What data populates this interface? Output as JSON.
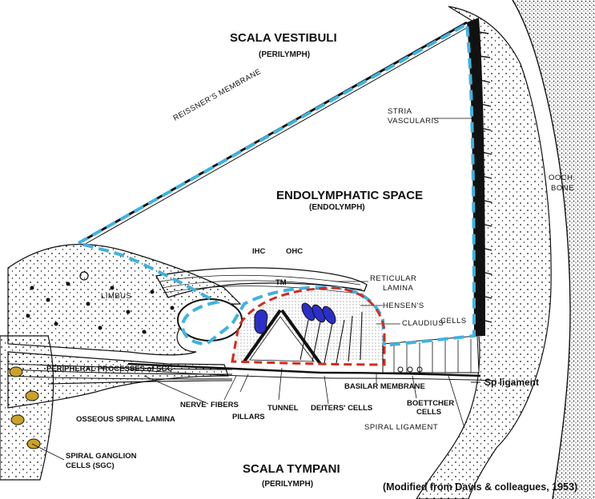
{
  "labels": {
    "scala_vestibuli": "SCALA VESTIBULI",
    "perilymph_top": "(PERILYMPH)",
    "reissners_membrane": "REISSNER'S MEMBRANE",
    "stria_vascularis_1": "STRIA",
    "stria_vascularis_2": "VASCULARIS",
    "endolymphatic_space": "ENDOLYMPHATIC SPACE",
    "endolymph": "(ENDOLYMPH)",
    "cochlear_bone_1": "OOCH.",
    "cochlear_bone_2": "BONE",
    "limbus": "LIMBUS",
    "ihc": "IHC",
    "ohc": "OHC",
    "tm": "TM",
    "reticular_lamina_1": "RETICULAR",
    "reticular_lamina_2": "LAMINA",
    "hensens": "HENSEN'S",
    "claudius": "CLAUDIUS'",
    "cells": "CELLS",
    "peripheral_processes": "PERIPHERAL PROCESSES of SGC",
    "sp_ligament": "Sp ligament",
    "basilar_membrane": "BASILAR MEMBRANE",
    "nerve": "NERVE",
    "fibers": "FIBERS",
    "tunnel": "TUNNEL",
    "deiters": "DEITERS' CELLS",
    "boettcher_1": "BOETTCHER",
    "boettcher_2": "CELLS",
    "pillars": "PILLARS",
    "osseous_spiral_lamina": "OSSEOUS SPIRAL LAMINA",
    "spiral_ligament": "SPIRAL LIGAMENT",
    "spiral_ganglion_1": "SPIRAL GANGLION",
    "spiral_ganglion_2": "CELLS (SGC)",
    "scala_tympani": "SCALA TYMPANI",
    "perilymph_bottom": "(PERILYMPH)",
    "credit": "(Modified from Davis & colleagues, 1953)"
  },
  "colors": {
    "endolymph_outline": "#3fb2e0",
    "organ_of_corti_outline": "#d42a1e",
    "outer_hair_cells": "#2b2fc7",
    "ink": "#111111"
  }
}
